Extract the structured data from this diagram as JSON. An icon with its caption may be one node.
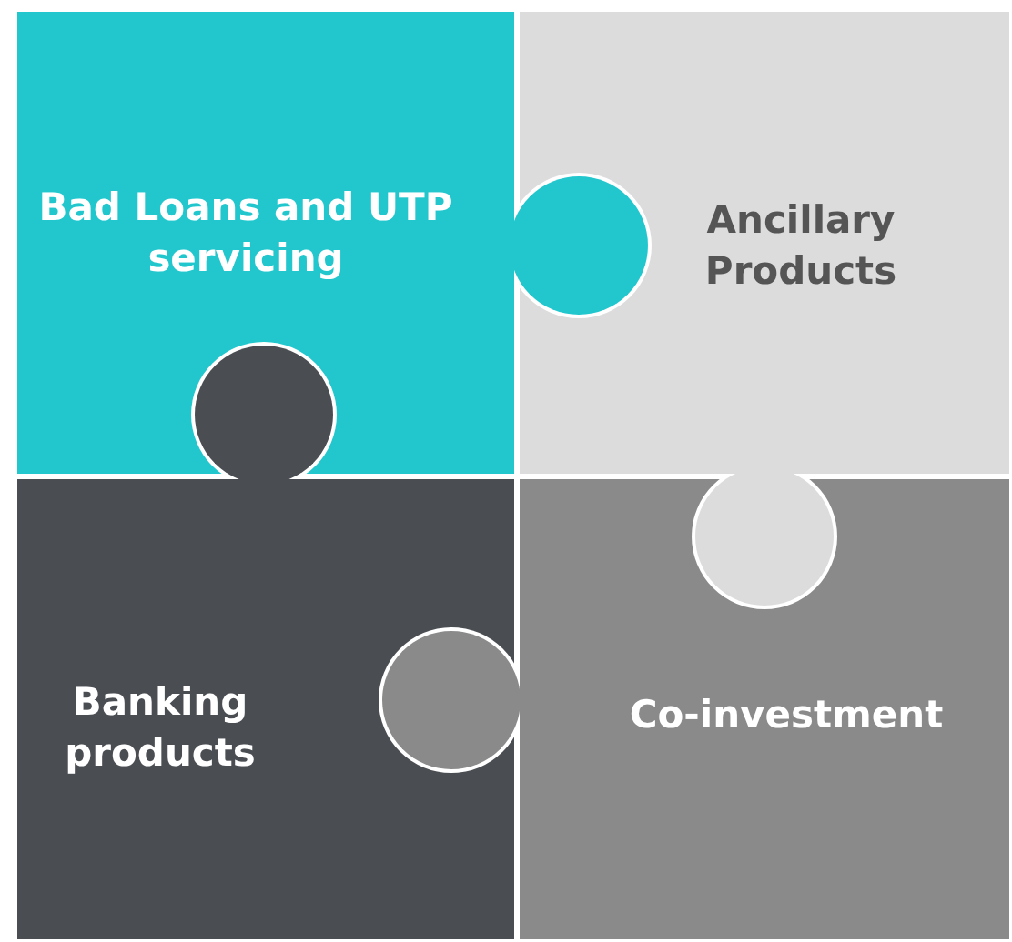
{
  "diagram": {
    "nodes": [
      {
        "text": [
          "Bad Loans and UTP servicing"
        ]
      },
      {
        "text": [
          "Ancillary Products"
        ]
      },
      {
        "text": [
          "Banking products"
        ]
      },
      {
        "text": [
          "Co-investment"
        ]
      }
    ]
  }
}
